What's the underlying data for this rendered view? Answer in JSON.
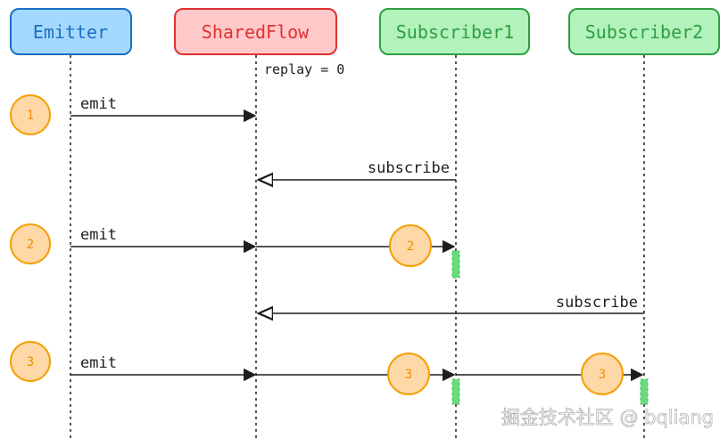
{
  "participants": [
    {
      "label": "Emitter",
      "fill": "#a5d8ff",
      "stroke": "#1971c2",
      "text": "#1971c2"
    },
    {
      "label": "SharedFlow",
      "fill": "#ffc9c9",
      "stroke": "#e03131",
      "text": "#e03131"
    },
    {
      "label": "Subscriber1",
      "fill": "#b2f2bb",
      "stroke": "#2f9e44",
      "text": "#2f9e44"
    },
    {
      "label": "Subscriber2",
      "fill": "#b2f2bb",
      "stroke": "#2f9e44",
      "text": "#2f9e44"
    }
  ],
  "note": "replay = 0",
  "step_circles": [
    "1",
    "2",
    "3"
  ],
  "messages": [
    {
      "label": "emit"
    },
    {
      "label": "subscribe"
    },
    {
      "label": "emit"
    },
    {
      "label": "subscribe"
    },
    {
      "label": "emit"
    }
  ],
  "delivery_circles": [
    "2",
    "3",
    "3"
  ],
  "colors": {
    "circle_fill": "#ffd8a8",
    "circle_stroke": "#f59f00",
    "circle_text": "#f08c00",
    "activation": "#69db7c",
    "line": "#1e1e1e"
  },
  "watermark": "掘金技术社区 @ bqliang"
}
